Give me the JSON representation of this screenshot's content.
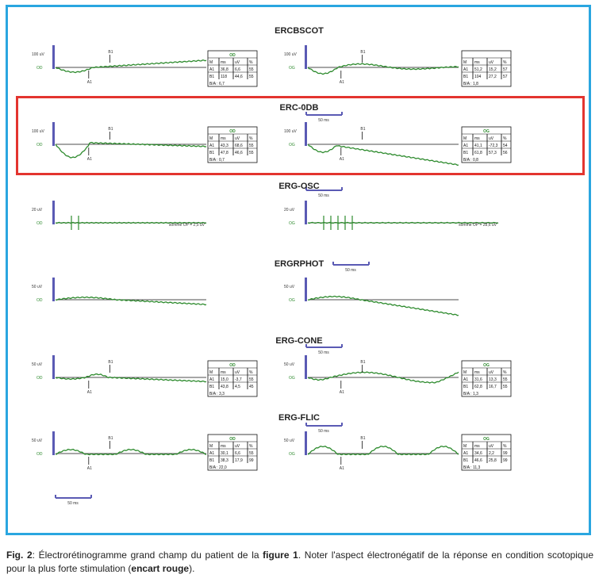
{
  "panels": [
    {
      "title": "ERCBSCOT",
      "left": {
        "scale": "100 uV",
        "eye": "OD",
        "markers": [
          "A1",
          "B1"
        ],
        "table": {
          "header": "OD",
          "cols": [
            "M",
            "ms",
            "uV",
            "%"
          ],
          "rows": [
            [
              "A1",
              "36,8",
              "6,6",
              "55"
            ],
            [
              "B1",
              "118",
              "44,6",
              "55"
            ]
          ],
          "ratio": "B/A : 6,7"
        }
      },
      "right": {
        "scale": "100 uV",
        "eye": "OG",
        "markers": [
          "A1",
          "B1"
        ],
        "table": {
          "header": "",
          "cols": [
            "M",
            "ms",
            "uV",
            "%"
          ],
          "rows": [
            [
              "A1",
              "51,2",
              "15,2",
              "57"
            ],
            [
              "B1",
              "104",
              "27,2",
              "57"
            ]
          ],
          "ratio": "B/A : 1,8"
        }
      },
      "timebar": "50 ms"
    },
    {
      "title": "ERC-0DB",
      "left": {
        "scale": "100 uV",
        "eye": "OD",
        "markers": [
          "A1",
          "B1"
        ],
        "table": {
          "header": "OD",
          "cols": [
            "M",
            "ms",
            "uV",
            "%"
          ],
          "rows": [
            [
              "A1",
              "43,3",
              "68,6",
              "55"
            ],
            [
              "B1",
              "47,8",
              "46,6",
              "55"
            ]
          ],
          "ratio": "B/A : 0,7"
        }
      },
      "right": {
        "scale": "100 uV",
        "eye": "OG",
        "markers": [
          "A1",
          "B1"
        ],
        "table": {
          "header": "OG",
          "cols": [
            "M",
            "ms",
            "uV",
            "%"
          ],
          "rows": [
            [
              "A1",
              "41,1",
              "-72,3",
              "54"
            ],
            [
              "B1",
              "61,8",
              "57,3",
              "56"
            ]
          ],
          "ratio": "B/A : 0,8"
        }
      },
      "timebar": "50 ms"
    },
    {
      "title": "ERG-OSC",
      "left": {
        "scale": "20 uV",
        "eye": "OD",
        "somme": "somme OP = 2,5 uV"
      },
      "right": {
        "scale": "20 uV",
        "eye": "OG",
        "somme": "somme OP = 28,6 uV"
      },
      "timebar": "50 ms"
    },
    {
      "title": "ERGRPHOT",
      "left": {
        "scale": "50 uV",
        "eye": "OD"
      },
      "right": {
        "scale": "50 uV",
        "eye": "OG"
      },
      "timebar": "50 ms"
    },
    {
      "title": "ERG-CONE",
      "left": {
        "scale": "50 uV",
        "eye": "OD",
        "markers": [
          "A1",
          "B1"
        ],
        "table": {
          "header": "OD",
          "cols": [
            "M",
            "ms",
            "uV",
            "%"
          ],
          "rows": [
            [
              "A1",
              "15,0",
              "-3,7",
              "55"
            ],
            [
              "B1",
              "43,8",
              "4,5",
              "45"
            ]
          ],
          "ratio": "B/A : 3,3"
        }
      },
      "right": {
        "scale": "50 uV",
        "eye": "OG",
        "markers": [
          "A1",
          "B1"
        ],
        "table": {
          "header": "OG",
          "cols": [
            "M",
            "ms",
            "uV",
            "%"
          ],
          "rows": [
            [
              "A1",
              "31,6",
              "13,3",
              "55"
            ],
            [
              "B1",
              "62,8",
              "16,7",
              "55"
            ]
          ],
          "ratio": "B/A : 1,3"
        }
      },
      "timebar": "50 ms"
    },
    {
      "title": "ERG-FLIC",
      "left": {
        "scale": "50 uV",
        "eye": "OD",
        "markers": [
          "A1",
          "B1"
        ],
        "table": {
          "header": "OD",
          "cols": [
            "M",
            "ms",
            "uV",
            "%"
          ],
          "rows": [
            [
              "A1",
              "30,1",
              "6,6",
              "55"
            ],
            [
              "B1",
              "38,3",
              "17,9",
              "99"
            ]
          ],
          "ratio": "B/A : 22,0"
        }
      },
      "right": {
        "scale": "50 uV",
        "eye": "OG",
        "markers": [
          "A1",
          "B1"
        ],
        "table": {
          "header": "OG",
          "cols": [
            "M",
            "ms",
            "uV",
            "%"
          ],
          "rows": [
            [
              "A1",
              "34,6",
              "2,2",
              "99"
            ],
            [
              "B1",
              "46,6",
              "25,8",
              "99"
            ]
          ],
          "ratio": "B/A : 11,3"
        }
      },
      "timebar": "50 ms"
    }
  ],
  "caption": {
    "prefix": "Fig. 2",
    "text1": ": Électrorétinogramme grand champ du patient de la ",
    "bold1": "figure 1",
    "text2": ". Noter l'aspect électronégatif de la réponse en condition scotopique pour la plus forte stimulation (",
    "bold2": "encart rouge",
    "text3": ")."
  },
  "colors": {
    "frame": "#2aa6e0",
    "highlight": "#e3342f",
    "trace": "#2e8b2e",
    "axis": "#5a5ab4"
  }
}
